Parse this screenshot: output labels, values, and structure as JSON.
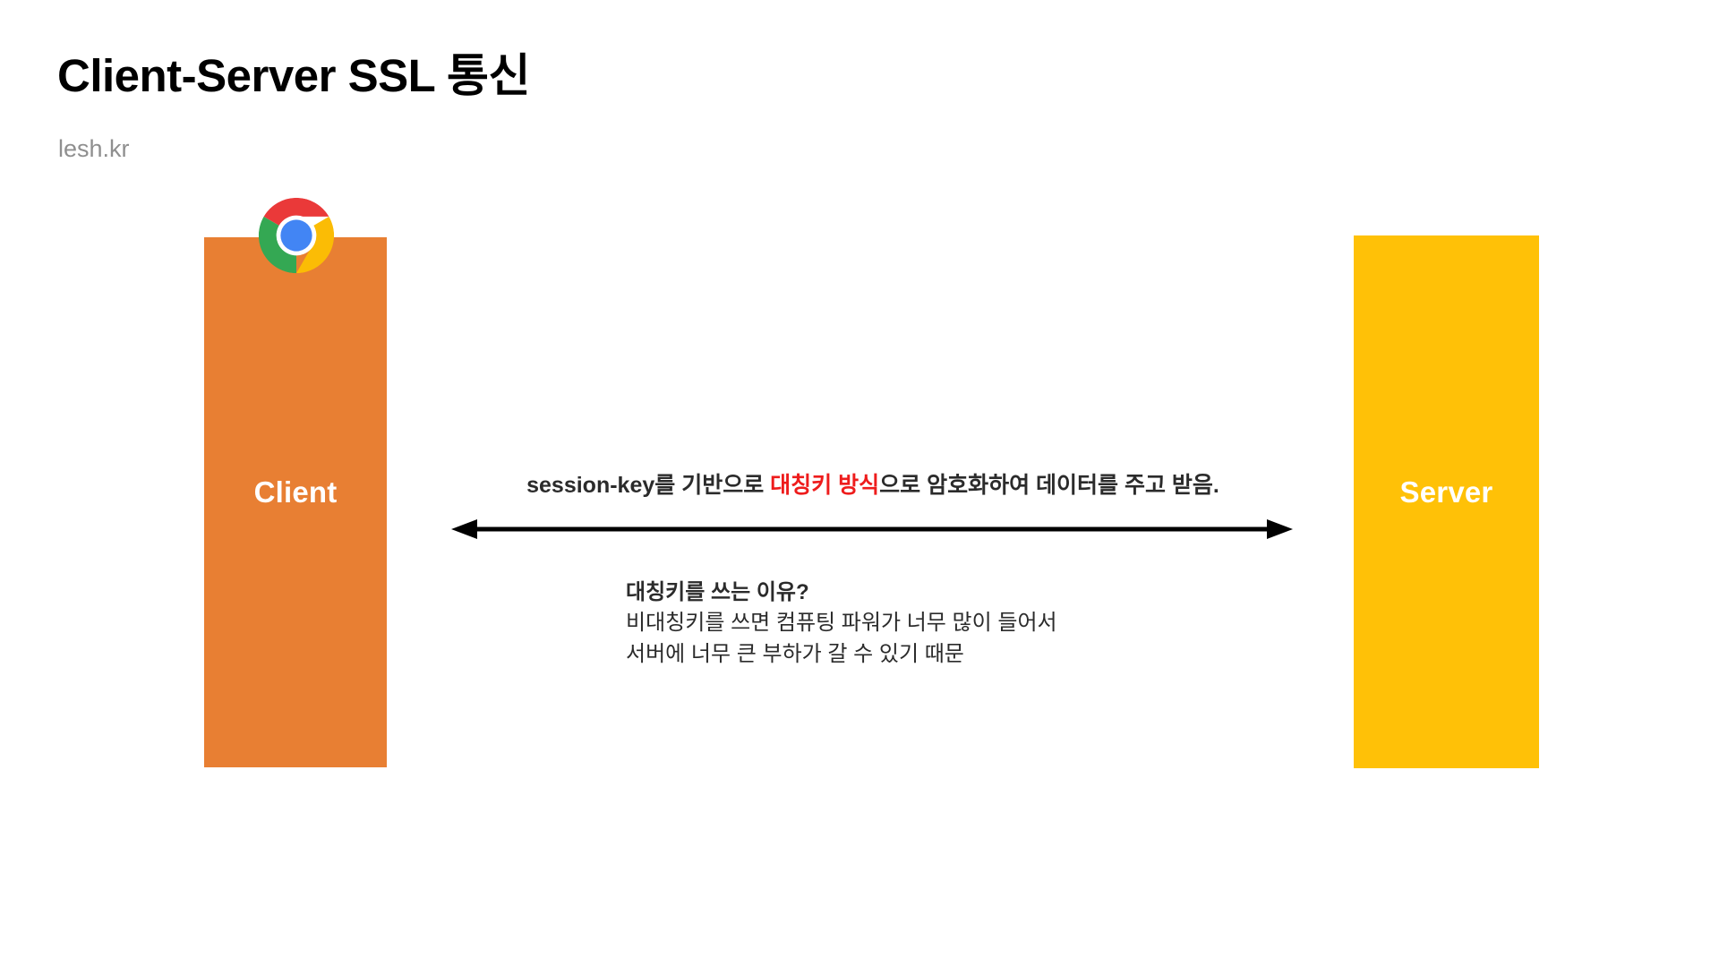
{
  "header": {
    "title": "Client-Server SSL 통신",
    "subtitle": "lesh.kr"
  },
  "diagram": {
    "nodes": [
      {
        "id": "client",
        "label": "Client",
        "color": "#E87F33",
        "icon": "chrome-logo"
      },
      {
        "id": "server",
        "label": "Server",
        "color": "#FFC107",
        "icon": null
      }
    ],
    "connector": {
      "type": "double-headed-arrow",
      "color": "#000000",
      "caption": {
        "segments": [
          {
            "text": "session-key를 기반으로 ",
            "accent": false
          },
          {
            "text": "대칭키 방식",
            "accent": true
          },
          {
            "text": "으로 암호화하여 데이터를 주고 받음.",
            "accent": false
          }
        ],
        "accent_color": "#EE1C1C",
        "prefix": "session-key를 기반으로 ",
        "highlight": "대칭키 방식",
        "suffix": "으로 암호화하여 데이터를 주고 받음."
      }
    },
    "note": {
      "heading": "대칭키를 쓰는 이유?",
      "lines": [
        "비대칭키를 쓰면 컴퓨팅 파워가 너무 많이 들어서",
        "서버에 너무 큰 부하가 갈 수 있기 때문"
      ]
    }
  }
}
